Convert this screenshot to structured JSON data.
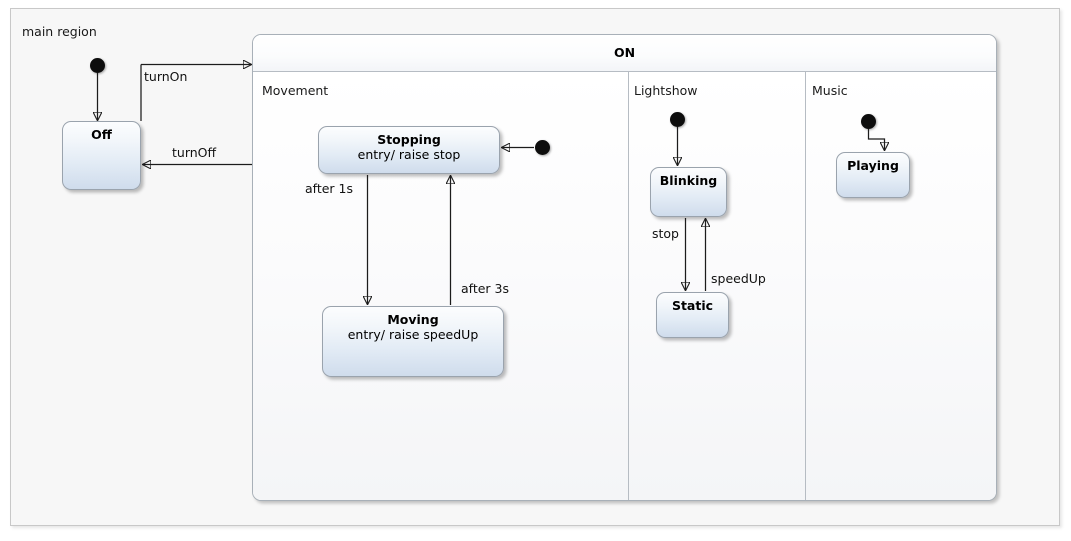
{
  "diagram": {
    "type": "uml-statechart",
    "root_region_label": "main region"
  },
  "states": {
    "off": {
      "name": "Off"
    },
    "on": {
      "name": "ON"
    },
    "stopping": {
      "name": "Stopping",
      "body": "entry/ raise stop"
    },
    "moving": {
      "name": "Moving",
      "body": "entry/ raise speedUp"
    },
    "blinking": {
      "name": "Blinking"
    },
    "static": {
      "name": "Static"
    },
    "playing": {
      "name": "Playing"
    }
  },
  "regions": {
    "movement": {
      "label": "Movement"
    },
    "lightshow": {
      "label": "Lightshow"
    },
    "music": {
      "label": "Music"
    }
  },
  "transitions": {
    "turn_on": {
      "label": "turnOn",
      "source": "Off",
      "target": "ON"
    },
    "turn_off": {
      "label": "turnOff",
      "source": "ON",
      "target": "Off"
    },
    "after_1s": {
      "label": "after 1s",
      "source": "Stopping",
      "target": "Moving"
    },
    "after_3s": {
      "label": "after 3s",
      "source": "Moving",
      "target": "Stopping"
    },
    "stop": {
      "label": "stop",
      "source": "Blinking",
      "target": "Static"
    },
    "speed_up": {
      "label": "speedUp",
      "source": "Static",
      "target": "Blinking"
    }
  },
  "colors": {
    "canvas_background": "#f7f7f7",
    "canvas_border": "#c8c8c8",
    "state_border": "#9aa3ad",
    "state_fill_top": "#fcfdfe",
    "state_fill_bottom": "#cfdcec",
    "composite_fill": "#fdfdfd",
    "edge_stroke": "#1c1c1c",
    "text": "#111111"
  }
}
